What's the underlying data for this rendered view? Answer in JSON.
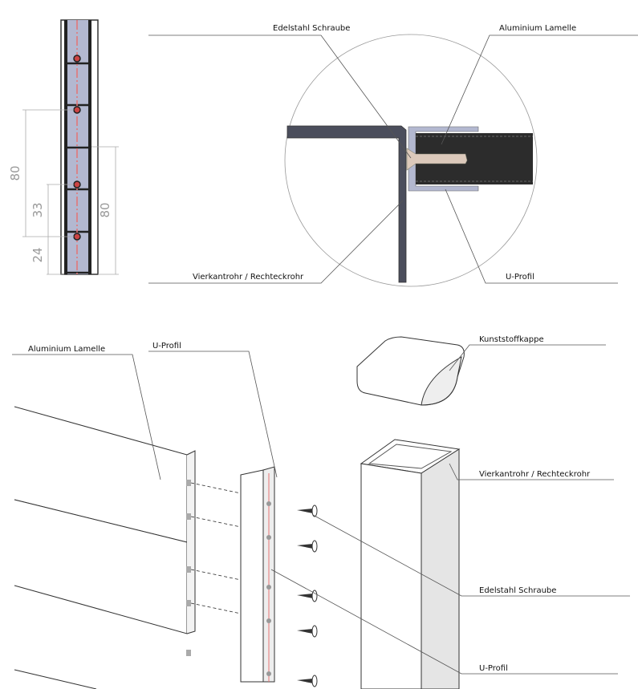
{
  "colors": {
    "tube": "#4b4e5c",
    "u_profile": "#b3b8d0",
    "lamella": "#2c2c2c",
    "screw": "#dcc9bb",
    "centerline": "#e57373"
  },
  "section_view": {
    "dimensions": [
      "80",
      "33",
      "24",
      "80"
    ]
  },
  "detail_view": {
    "labels": {
      "screw": "Edelstahl Schraube",
      "lamella": "Aluminium Lamelle",
      "post": "Vierkantrohr / Rechteckrohr",
      "u_profile": "U-Profil"
    }
  },
  "exploded_view": {
    "labels": {
      "lamella": "Aluminium Lamelle",
      "u_profile_top": "U-Profil",
      "cap": "Kunststoffkappe",
      "post": "Vierkantrohr / Rechteckrohr",
      "screw": "Edelstahl Schraube",
      "u_profile_bottom": "U-Profil"
    }
  }
}
